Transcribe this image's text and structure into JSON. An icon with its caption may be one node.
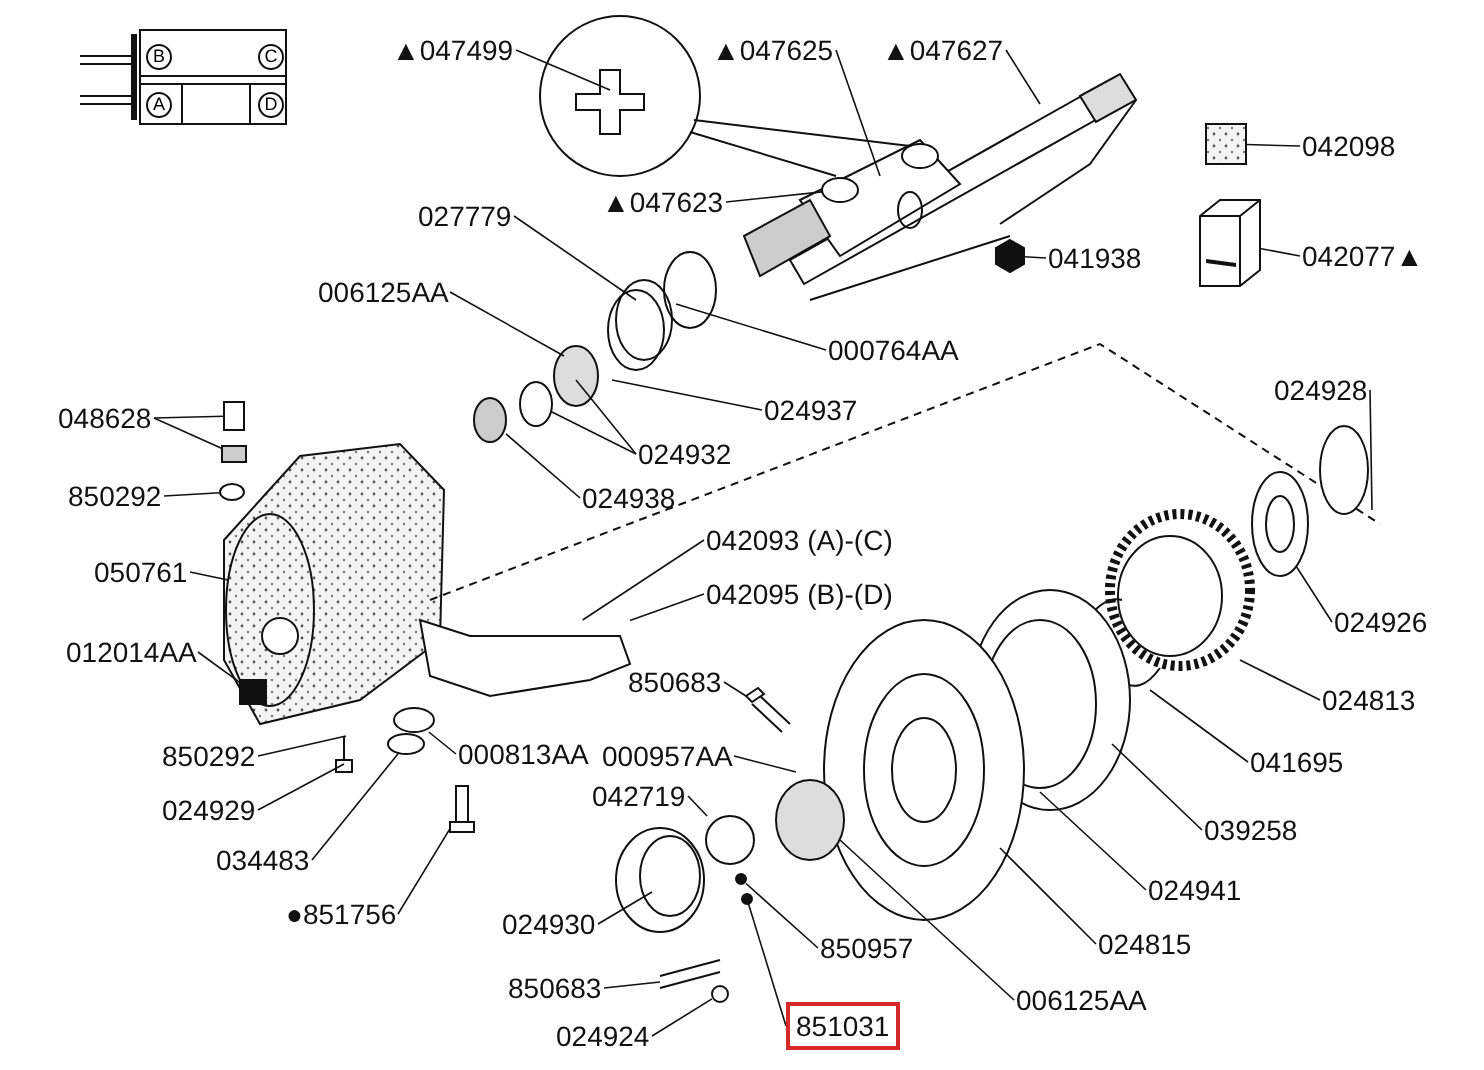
{
  "diagram": {
    "nodes": [
      {
        "text": [
          "▲047499"
        ]
      },
      {
        "text": [
          "▲047625"
        ]
      },
      {
        "text": [
          "▲047627"
        ]
      },
      {
        "text": [
          "042098"
        ]
      },
      {
        "text": [
          "▲047623"
        ]
      },
      {
        "text": [
          "027779"
        ]
      },
      {
        "text": [
          "041938"
        ]
      },
      {
        "text": [
          "042077▲"
        ]
      },
      {
        "text": [
          "006125AA"
        ]
      },
      {
        "text": [
          "000764AA"
        ]
      },
      {
        "text": [
          "024928"
        ]
      },
      {
        "text": [
          "024937"
        ]
      },
      {
        "text": [
          "048628"
        ]
      },
      {
        "text": [
          "024932"
        ]
      },
      {
        "text": [
          "850292"
        ]
      },
      {
        "text": [
          "024938"
        ]
      },
      {
        "text": [
          "042093 (A)-(C)"
        ]
      },
      {
        "text": [
          "050761"
        ]
      },
      {
        "text": [
          "042095 (B)-(D)"
        ]
      },
      {
        "text": [
          "024926"
        ]
      },
      {
        "text": [
          "012014AA"
        ]
      },
      {
        "text": [
          "850683"
        ]
      },
      {
        "text": [
          "024813"
        ]
      },
      {
        "text": [
          "850292"
        ]
      },
      {
        "text": [
          "000813AA"
        ]
      },
      {
        "text": [
          "000957AA"
        ]
      },
      {
        "text": [
          "041695"
        ]
      },
      {
        "text": [
          "042719"
        ]
      },
      {
        "text": [
          "024929"
        ]
      },
      {
        "text": [
          "034483"
        ]
      },
      {
        "text": [
          "039258"
        ]
      },
      {
        "text": [
          "024941"
        ]
      },
      {
        "text": [
          "●851756"
        ]
      },
      {
        "text": [
          "024930"
        ]
      },
      {
        "text": [
          "850957"
        ]
      },
      {
        "text": [
          "024815"
        ]
      },
      {
        "text": [
          "850683"
        ]
      },
      {
        "text": [
          "006125AA"
        ]
      },
      {
        "text": [
          "851031"
        ]
      },
      {
        "text": [
          "024924"
        ]
      },
      {
        "text": [],
        "shape": "box"
      },
      {
        "text": [],
        "shape": "circle"
      },
      {
        "text": [],
        "shape": "hexagon"
      },
      {
        "text": [],
        "shape": "box"
      },
      {
        "text": [],
        "shape": "circle"
      },
      {
        "text": [],
        "shape": "circle"
      },
      {
        "text": [],
        "shape": "box"
      },
      {
        "text": [],
        "shape": "circle"
      },
      {
        "text": [],
        "shape": "picture"
      },
      {
        "text": [],
        "shape": "box"
      },
      {
        "text": [],
        "shape": "picture"
      },
      {
        "text": [],
        "shape": "circle"
      },
      {
        "text": [],
        "shape": "circle"
      },
      {
        "text": [],
        "shape": "picture"
      },
      {
        "text": [],
        "shape": "circle"
      },
      {
        "text": [],
        "shape": "circle"
      },
      {
        "text": [],
        "shape": "circle"
      },
      {
        "text": [],
        "shape": "circle"
      },
      {
        "text": [],
        "shape": "picture"
      }
    ],
    "edges": [
      {
        "from": 0,
        "to": null,
        "arrow": "none"
      },
      {
        "from": 1,
        "to": null,
        "arrow": "none"
      },
      {
        "from": 2,
        "to": null,
        "arrow": "none"
      },
      {
        "from": 3,
        "to": 40,
        "arrow": "none"
      },
      {
        "from": 4,
        "to": 41,
        "arrow": "none"
      },
      {
        "from": 5,
        "to": null,
        "arrow": "none"
      },
      {
        "from": 6,
        "to": 42,
        "arrow": "none"
      },
      {
        "from": 7,
        "to": 58,
        "arrow": "none"
      },
      {
        "from": 8,
        "to": null,
        "arrow": "none"
      },
      {
        "from": 9,
        "to": null,
        "arrow": "none"
      },
      {
        "from": 10,
        "to": null,
        "arrow": "none"
      },
      {
        "from": 11,
        "to": null,
        "arrow": "none"
      },
      {
        "from": 12,
        "to": 43,
        "arrow": "none"
      },
      {
        "from": 12,
        "to": 46,
        "arrow": "none"
      },
      {
        "from": 13,
        "to": 44,
        "arrow": "none"
      },
      {
        "from": 13,
        "to": null,
        "arrow": "none"
      },
      {
        "from": 14,
        "to": 47,
        "arrow": "none"
      },
      {
        "from": 15,
        "to": 45,
        "arrow": "none"
      },
      {
        "from": 16,
        "to": 48,
        "arrow": "none"
      },
      {
        "from": 17,
        "to": null,
        "arrow": "none"
      },
      {
        "from": 18,
        "to": 48,
        "arrow": "none"
      },
      {
        "from": 19,
        "to": null,
        "arrow": "none"
      },
      {
        "from": 20,
        "to": 49,
        "arrow": "none"
      },
      {
        "from": 21,
        "to": 50,
        "arrow": "none"
      },
      {
        "from": 22,
        "to": null,
        "arrow": "none"
      },
      {
        "from": 23,
        "to": null,
        "arrow": "none"
      },
      {
        "from": 24,
        "to": 51,
        "arrow": "none"
      },
      {
        "from": 25,
        "to": null,
        "arrow": "none"
      },
      {
        "from": 26,
        "to": null,
        "arrow": "none"
      },
      {
        "from": 27,
        "to": 54,
        "arrow": "none"
      },
      {
        "from": 28,
        "to": null,
        "arrow": "none"
      },
      {
        "from": 29,
        "to": 52,
        "arrow": "none"
      },
      {
        "from": 30,
        "to": null,
        "arrow": "none"
      },
      {
        "from": 31,
        "to": null,
        "arrow": "none"
      },
      {
        "from": 32,
        "to": 53,
        "arrow": "none"
      },
      {
        "from": 33,
        "to": null,
        "arrow": "none"
      },
      {
        "from": 34,
        "to": 56,
        "arrow": "none"
      },
      {
        "from": 35,
        "to": null,
        "arrow": "none"
      },
      {
        "from": 36,
        "to": null,
        "arrow": "none"
      },
      {
        "from": 37,
        "to": null,
        "arrow": "none"
      },
      {
        "from": 38,
        "to": 57,
        "arrow": "none"
      },
      {
        "from": 39,
        "to": 55,
        "arrow": "none"
      }
    ],
    "labels": [
      "B",
      "C",
      "A",
      "D"
    ]
  }
}
